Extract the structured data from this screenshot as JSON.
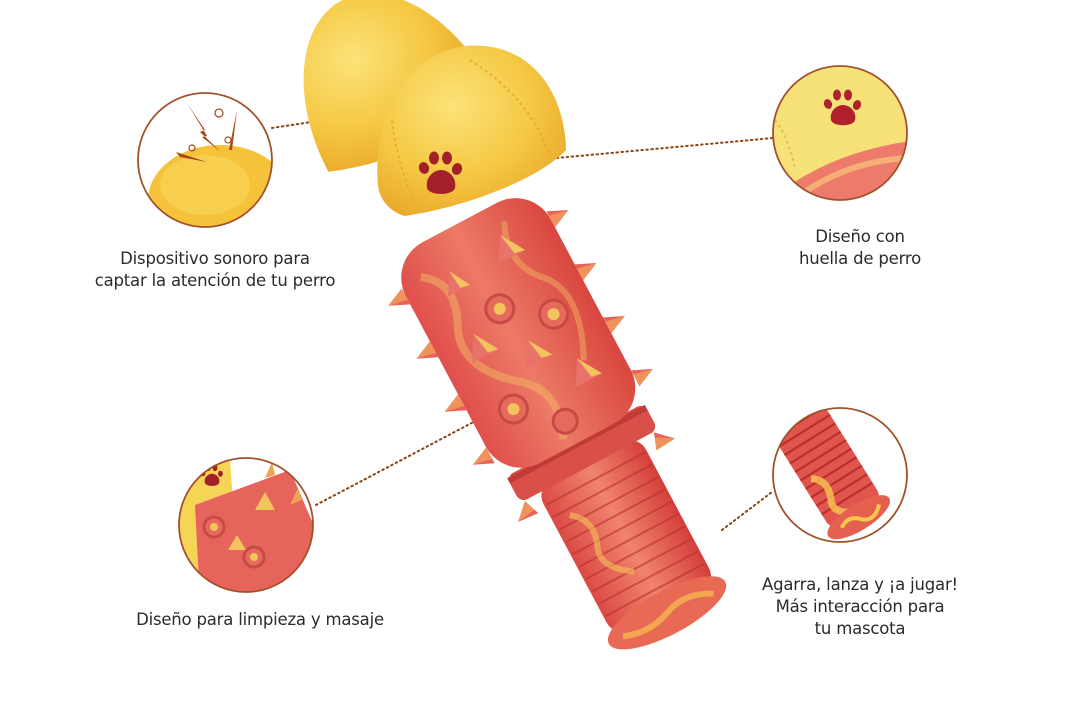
{
  "product": "dog-chew-toy-with-ball",
  "colors": {
    "background": "#ffffff",
    "callout_ring": "#a0522d",
    "connector_dots": "#8b4513",
    "ball_yellow": "#f5c842",
    "body_red": "#e25a57",
    "paw_red": "#a3202a",
    "text": "#2b2b2b"
  },
  "callouts": [
    {
      "id": "sound-device",
      "icon": "sound-burst-icon",
      "lines": [
        "Dispositivo sonoro para",
        "captar la atención de tu perro"
      ]
    },
    {
      "id": "paw-print",
      "icon": "paw-print-icon",
      "lines": [
        "Diseño con",
        "huella de perro"
      ]
    },
    {
      "id": "cleaning-massage",
      "icon": "spikes-icon",
      "lines": [
        "Diseño para limpieza y masaje"
      ]
    },
    {
      "id": "grab-throw",
      "icon": "grip-handle-icon",
      "lines": [
        "Agarra, lanza y ¡a jugar!",
        "Más interacción para",
        "tu mascota"
      ]
    }
  ]
}
